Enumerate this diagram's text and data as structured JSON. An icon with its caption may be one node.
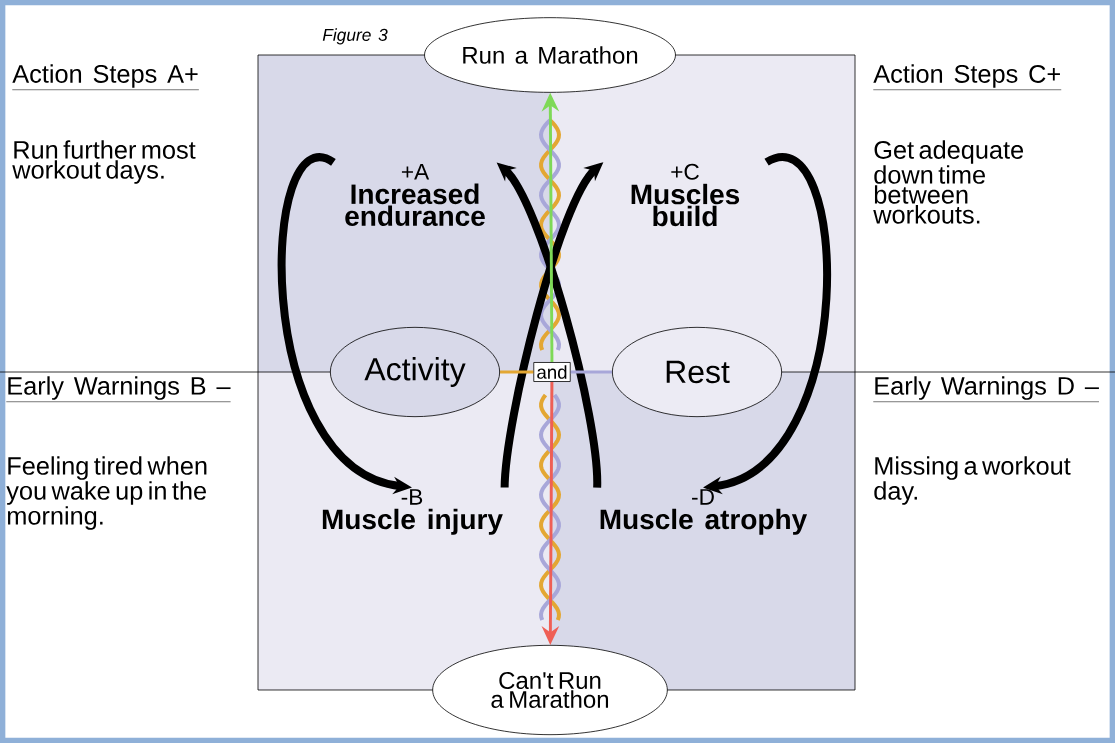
{
  "diagram": {
    "nodes": [
      {
        "text": [
          "Run a Marathon"
        ]
      },
      {
        "text": [
          "Can't Run a Marathon"
        ]
      },
      {
        "text": [
          "Activity"
        ]
      },
      {
        "text": [
          "Rest"
        ]
      },
      {
        "text": [
          "and"
        ]
      },
      {
        "text": [
          "+A",
          "Increased endurance"
        ]
      },
      {
        "text": [
          "+C",
          "Muscles build"
        ]
      },
      {
        "text": [
          "-B",
          "Muscle injury"
        ]
      },
      {
        "text": [
          "-D",
          "Muscle atrophy"
        ]
      }
    ],
    "edges": [
      {
        "from": 5,
        "to": 7,
        "arrow": "to",
        "style": "thick"
      },
      {
        "from": 7,
        "to": 6,
        "arrow": "to",
        "style": "thick"
      },
      {
        "from": 6,
        "to": 8,
        "arrow": "to",
        "style": "thick"
      },
      {
        "from": 8,
        "to": 5,
        "arrow": "to",
        "style": "thick"
      },
      {
        "from": 4,
        "to": 0,
        "arrow": "to",
        "color": "#7ed957"
      },
      {
        "from": 4,
        "to": 1,
        "arrow": "to",
        "color": "#ef5f55"
      },
      {
        "from": 2,
        "to": 4,
        "arrow": "none",
        "color": "#e3a733"
      },
      {
        "from": 3,
        "to": 4,
        "arrow": "none",
        "color": "#a8a7d9"
      }
    ],
    "labels": [
      "Figure 3",
      "Action Steps A+",
      "Run further most workout days.",
      "Action Steps C+",
      "Get adequate down time between workouts.",
      "Early Warnings B –",
      "Feeling tired when you wake up in the morning.",
      "Early Warnings D –",
      "Missing a workout day."
    ]
  }
}
